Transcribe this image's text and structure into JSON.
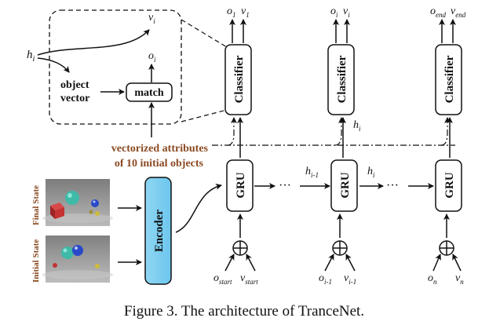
{
  "figure": {
    "caption": "Figure 3. The architecture of TranceNet."
  },
  "inset": {
    "h_label": "h",
    "h_sub": "i",
    "v_label": "v",
    "v_sub": "i",
    "o_label": "o",
    "o_sub": "i",
    "object_vector_line1": "object",
    "object_vector_line2": "vector",
    "match_label": "match"
  },
  "attributes_text": {
    "line1": "vectorized attributes",
    "line2": "of 10 initial objects"
  },
  "states": {
    "final_label": "Final State",
    "initial_label": "Initial State"
  },
  "encoder_label": "Encoder",
  "columns": [
    {
      "classifier_label": "Classifier",
      "gru_label": "GRU",
      "out_o": "o",
      "out_o_sub": "1",
      "out_v": "v",
      "out_v_sub": "1",
      "in_o": "o",
      "in_o_sub": "start",
      "in_v": "v",
      "in_v_sub": "start"
    },
    {
      "classifier_label": "Classifier",
      "gru_label": "GRU",
      "out_o": "o",
      "out_o_sub": "i",
      "out_v": "v",
      "out_v_sub": "i",
      "in_o": "o",
      "in_o_sub": "i-1",
      "in_v": "v",
      "in_v_sub": "i-1",
      "h_label": "h",
      "h_sub": "i"
    },
    {
      "classifier_label": "Classifier",
      "gru_label": "GRU",
      "out_o": "o",
      "out_o_sub": "end",
      "out_v": "v",
      "out_v_sub": "end",
      "in_o": "o",
      "in_o_sub": "n",
      "in_v": "v",
      "in_v_sub": "n"
    }
  ],
  "hidden_labels": [
    {
      "label": "h",
      "sub": "i-1"
    },
    {
      "label": "h",
      "sub": "i"
    }
  ],
  "ellipsis": "···",
  "oplus": "⊕"
}
